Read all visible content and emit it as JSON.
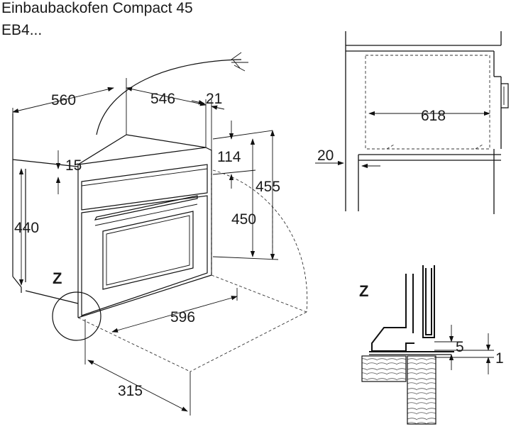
{
  "title": {
    "line1": "Einbaubackofen Compact 45",
    "line2": "EB4..."
  },
  "dimensions": {
    "niche_depth": "560",
    "niche_width_inner": "546",
    "top_gap": "21",
    "panel_height": "15",
    "niche_height": "440",
    "front_offset": "114",
    "oven_height": "450",
    "total_height": "455",
    "oven_width": "596",
    "door_clearance": "315",
    "cabinet_depth": "618",
    "rear_gap": "20",
    "detail_step": "5",
    "detail_gap": "1"
  },
  "labels": {
    "detail_marker": "Z",
    "detail_view": "Z"
  }
}
